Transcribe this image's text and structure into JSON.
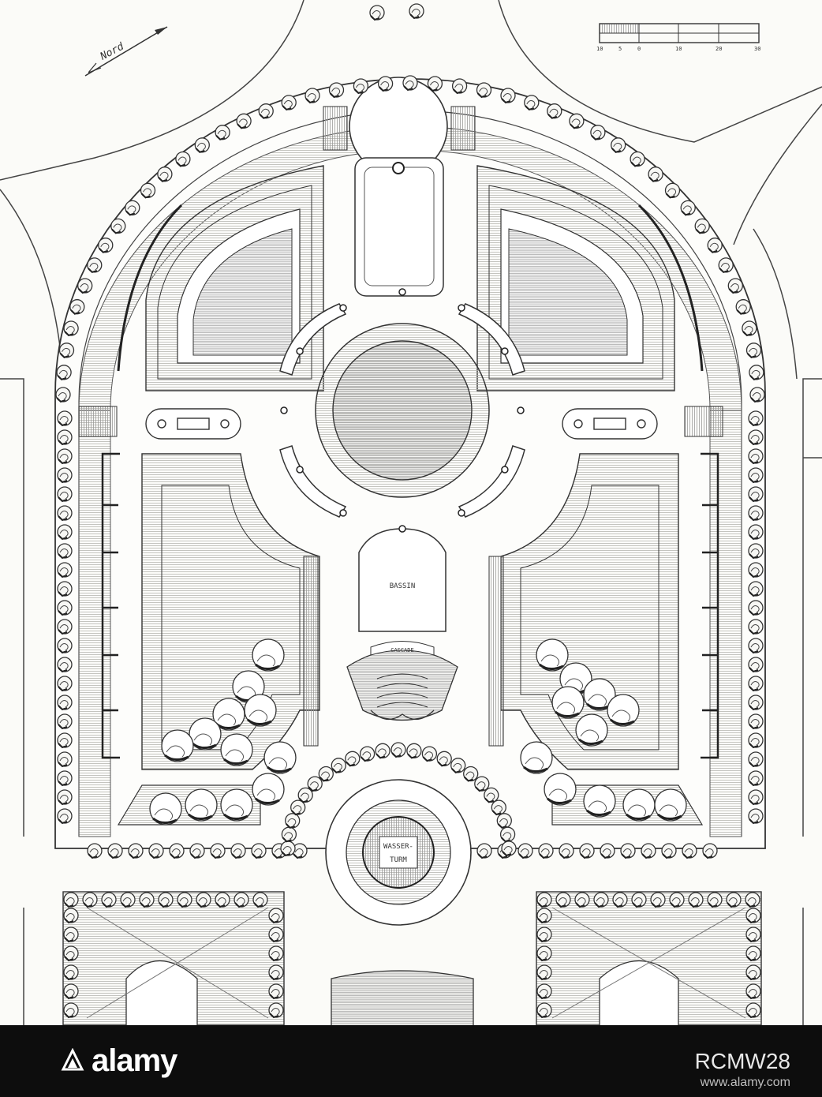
{
  "labels": {
    "north": "Nord",
    "bassin": "BASSIN",
    "cascade": "CASCADE",
    "wasser": "WASSER-",
    "turm": "TURM"
  },
  "scale_bar": {
    "ticks": [
      "10",
      "5",
      "0",
      "10",
      "20",
      "30"
    ]
  },
  "footer": {
    "brand": "alamy",
    "image_id": "RCMW28",
    "url": "www.alamy.com"
  },
  "colors": {
    "ink": "#333333",
    "paper": "#fbfbf8",
    "footer_bg": "#0d0d0d",
    "footer_text": "#ffffff"
  }
}
